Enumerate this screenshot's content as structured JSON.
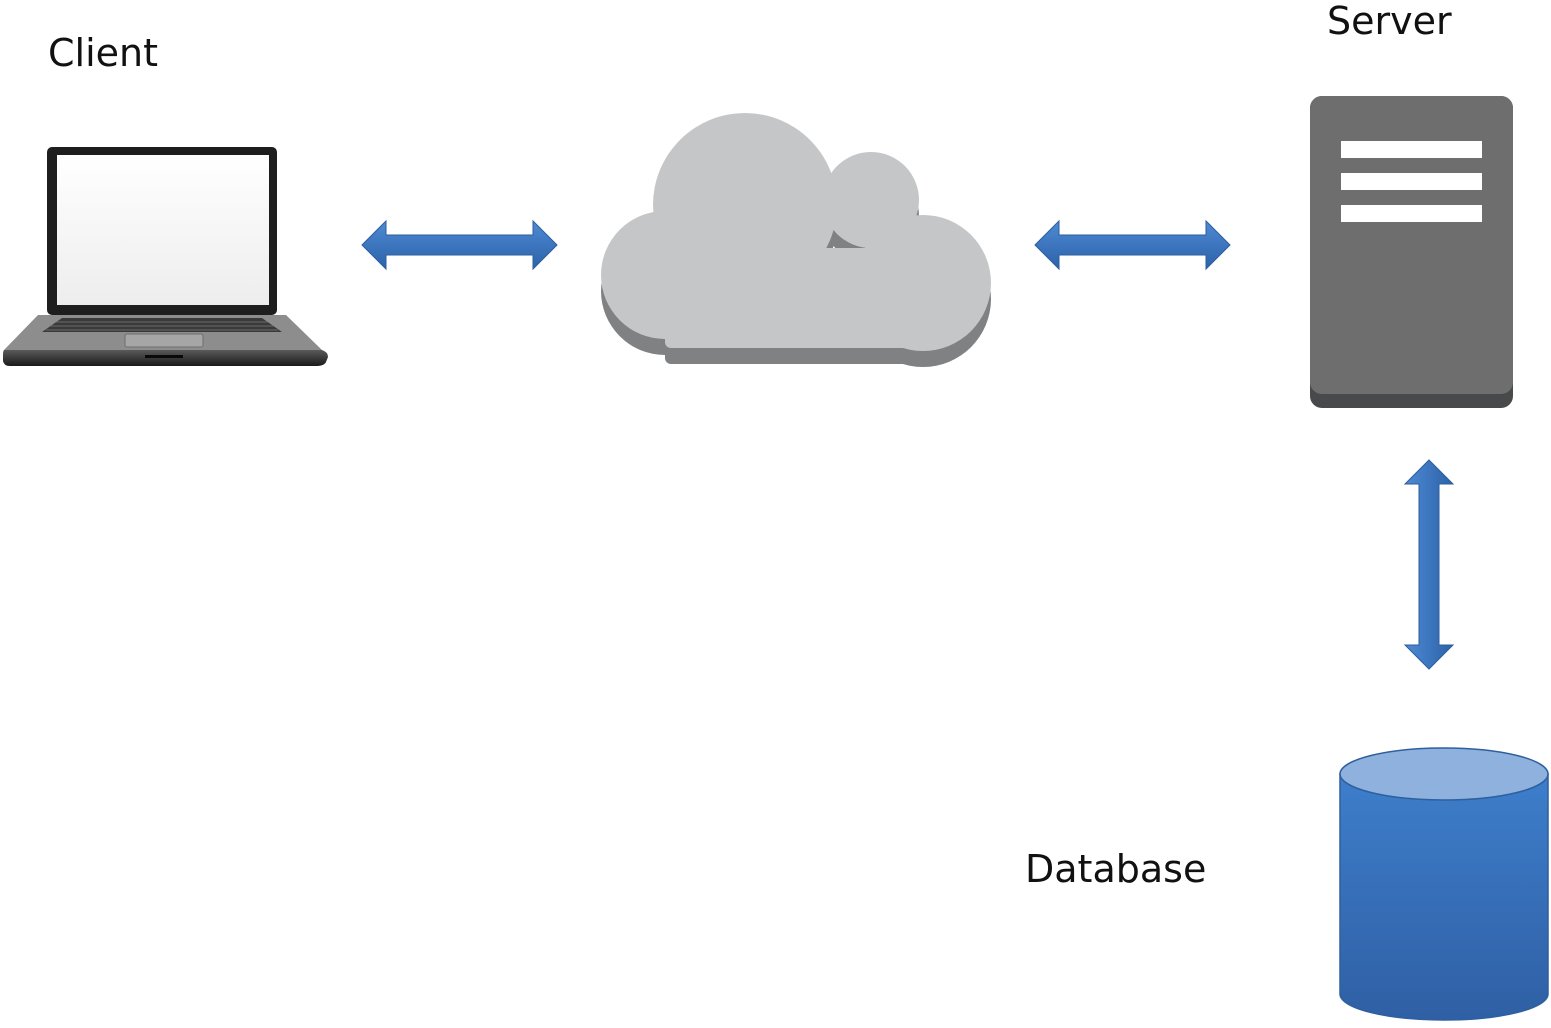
{
  "labels": {
    "client": "Client",
    "server": "Server",
    "database": "Database"
  },
  "icons": {
    "client": "laptop-icon",
    "network": "cloud-icon",
    "server": "server-icon",
    "database": "database-cylinder-icon"
  },
  "connections": [
    {
      "from": "client",
      "to": "network",
      "type": "bidirectional"
    },
    {
      "from": "network",
      "to": "server",
      "type": "bidirectional"
    },
    {
      "from": "server",
      "to": "database",
      "type": "bidirectional"
    }
  ],
  "colors": {
    "arrow": "#3B78C4",
    "cloud": "#C4C5C7",
    "cloud_shadow": "#7E7F81",
    "server_body": "#6E6E6F",
    "server_base": "#4A4A4B",
    "database_body": "#3871BD",
    "database_top": "#8EB1DD"
  }
}
